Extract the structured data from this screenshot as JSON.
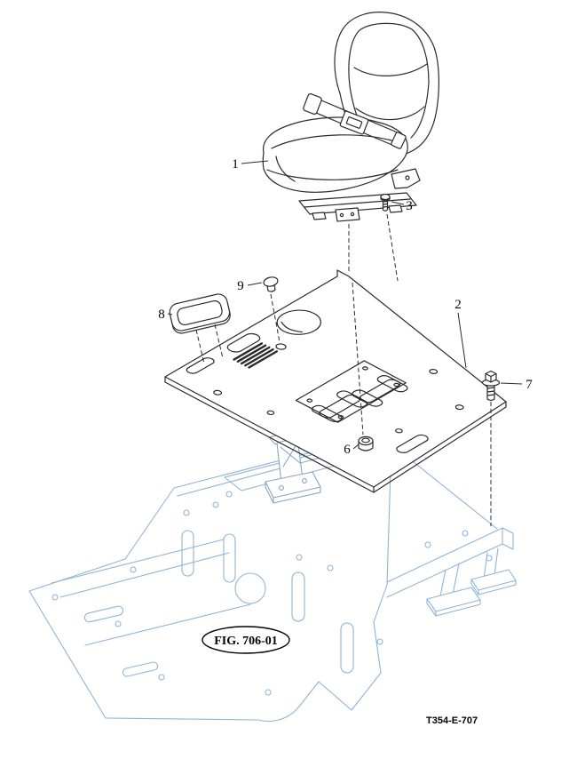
{
  "diagram": {
    "figure_ref": "FIG. 706-01",
    "drawing_code": "T354-E-707",
    "callouts": [
      {
        "label": "1"
      },
      {
        "label": "2"
      },
      {
        "label": "3"
      },
      {
        "label": "6"
      },
      {
        "label": "7"
      },
      {
        "label": "8"
      },
      {
        "label": "9"
      }
    ],
    "colors": {
      "part_lines": "#2b2b2b",
      "frame_lines": "#8fb4d9",
      "label_text": "#000000",
      "background": "#ffffff"
    }
  }
}
